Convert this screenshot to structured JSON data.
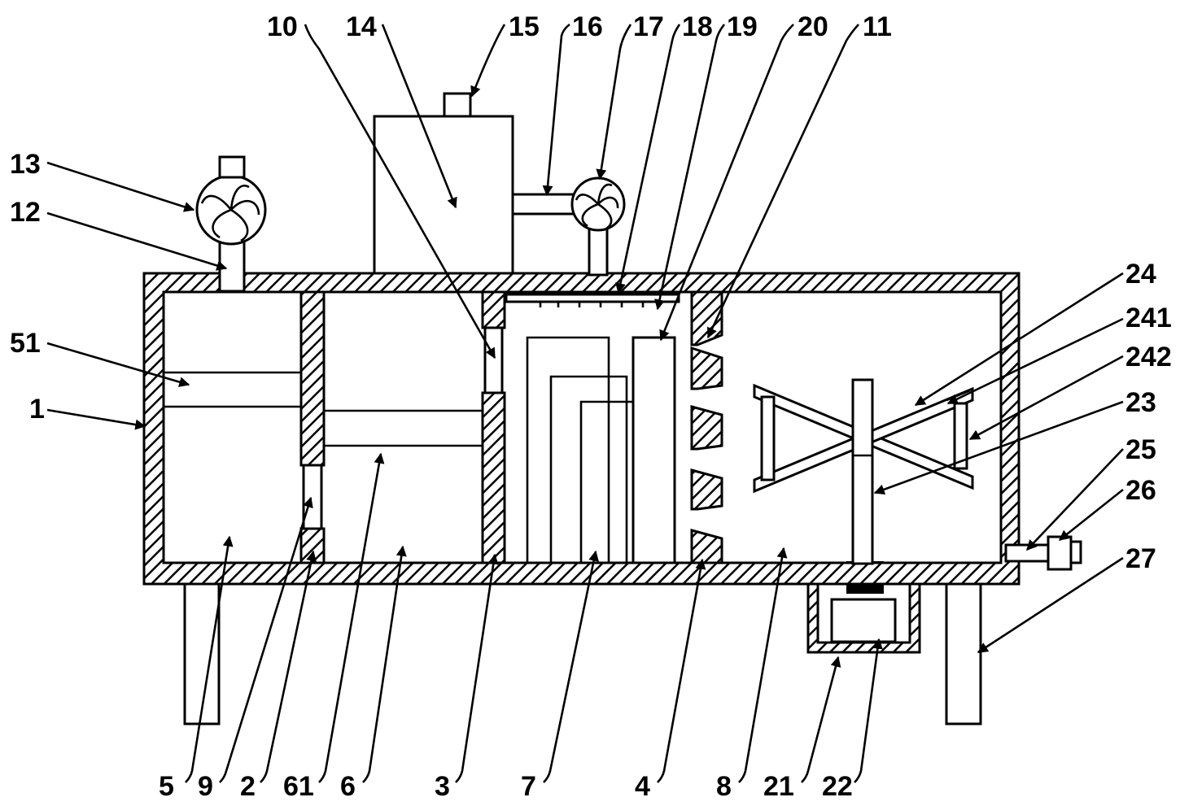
{
  "labels": {
    "l1": "1",
    "l2": "2",
    "l3": "3",
    "l4": "4",
    "l5": "5",
    "l6": "6",
    "l7": "7",
    "l8": "8",
    "l9": "9",
    "l10": "10",
    "l11": "11",
    "l12": "12",
    "l13": "13",
    "l14": "14",
    "l15": "15",
    "l16": "16",
    "l17": "17",
    "l18": "18",
    "l19": "19",
    "l20": "20",
    "l21": "21",
    "l22": "22",
    "l23": "23",
    "l24": "24",
    "l25": "25",
    "l26": "26",
    "l27": "27",
    "l51": "51",
    "l61": "61",
    "l241": "241",
    "l242": "242"
  }
}
